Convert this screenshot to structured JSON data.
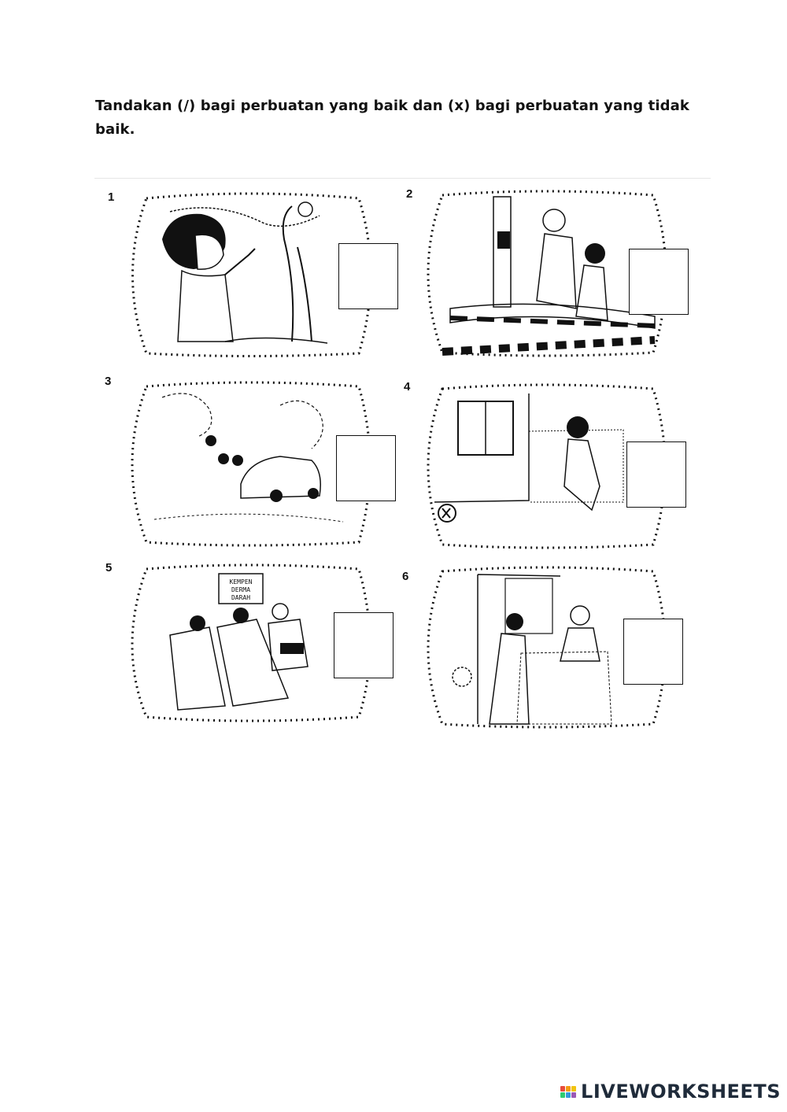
{
  "instruction": "Tandakan (/) bagi perbuatan yang baik dan (x) bagi perbuatan yang tidak baik.",
  "items": [
    {
      "number": "1",
      "scene": "child-writing-on-tree"
    },
    {
      "number": "2",
      "scene": "helping-elderly-cross-road"
    },
    {
      "number": "3",
      "scene": "children-near-car"
    },
    {
      "number": "4",
      "scene": "ball-breaking-window"
    },
    {
      "number": "5",
      "scene": "blood-donation-campaign",
      "sign_text": [
        "KEMPEN",
        "DERMA",
        "DARAH"
      ]
    },
    {
      "number": "6",
      "scene": "woman-giving-food-to-neighbour"
    }
  ],
  "brand": {
    "name": "LIVEWORKSHEETS",
    "colors": [
      "#e84c3d",
      "#f39c12",
      "#f1c40f",
      "#2ecc71",
      "#3498db",
      "#9b59b6"
    ]
  }
}
